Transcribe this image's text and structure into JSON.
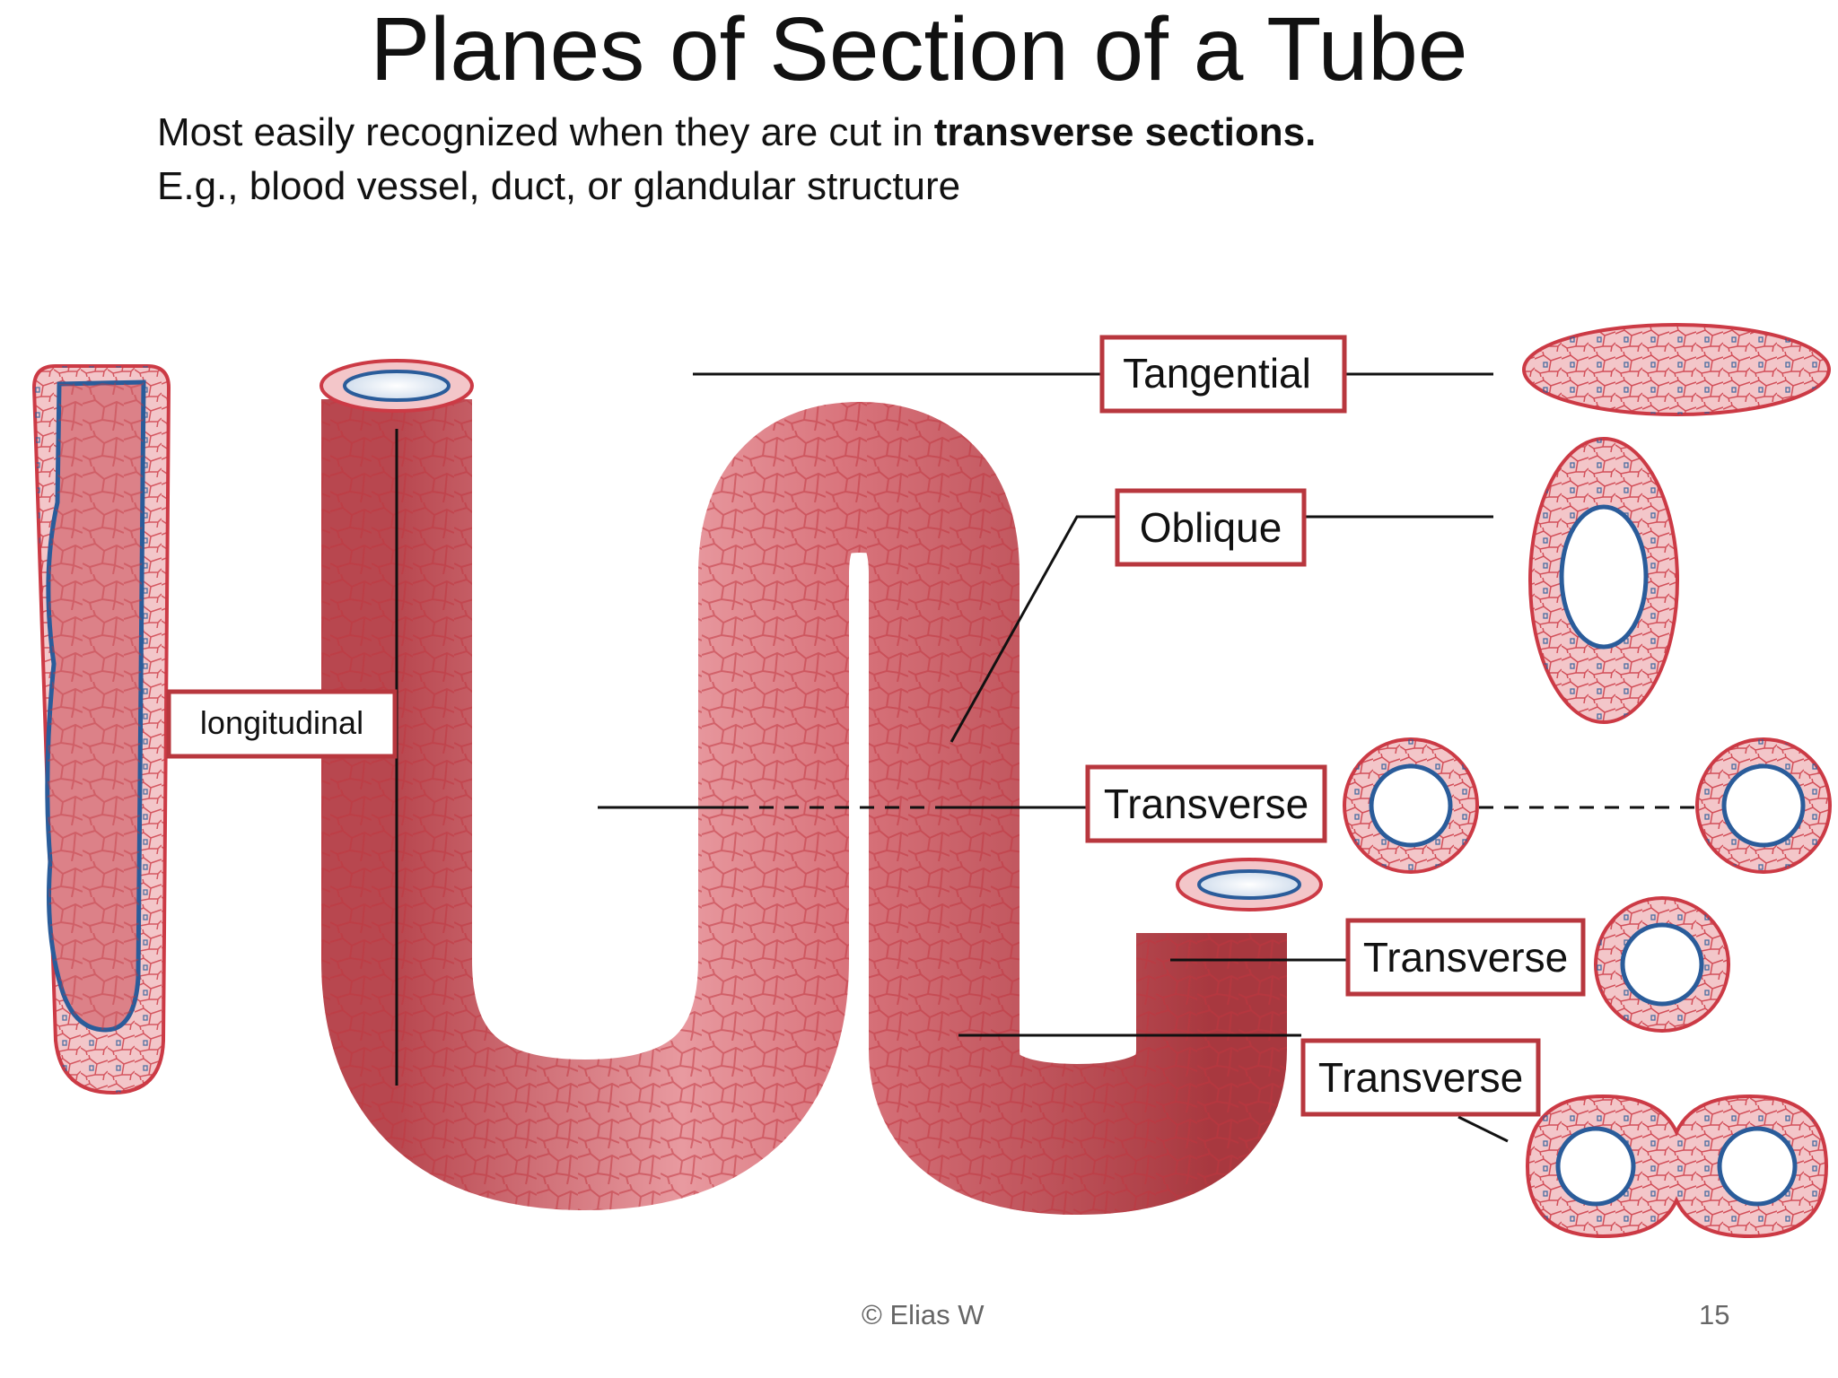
{
  "slide": {
    "title": "Planes of Section of a Tube",
    "subtitle_line1_plain": "Most easily recognized when they are cut in ",
    "subtitle_line1_bold": "transverse sections.",
    "subtitle_line2": "E.g., blood vessel, duct, or glandular structure",
    "copyright": "© Elias W",
    "page_number": "15"
  },
  "labels": {
    "longitudinal": "longitudinal",
    "tangential": "Tangential",
    "oblique": "Oblique",
    "transverse_1": "Transverse",
    "transverse_2": "Transverse",
    "transverse_3": "Transverse"
  },
  "colors": {
    "tube_fill": "#d9747c",
    "tube_dark": "#b8474f",
    "tube_highlight": "#f4c3c6",
    "cell_line": "#c0353f",
    "section_fill": "#f3c6c9",
    "section_outline": "#cc3a45",
    "lumen_outline": "#2a5c9a",
    "label_border": "#b8373e",
    "leader_line": "#111111"
  }
}
